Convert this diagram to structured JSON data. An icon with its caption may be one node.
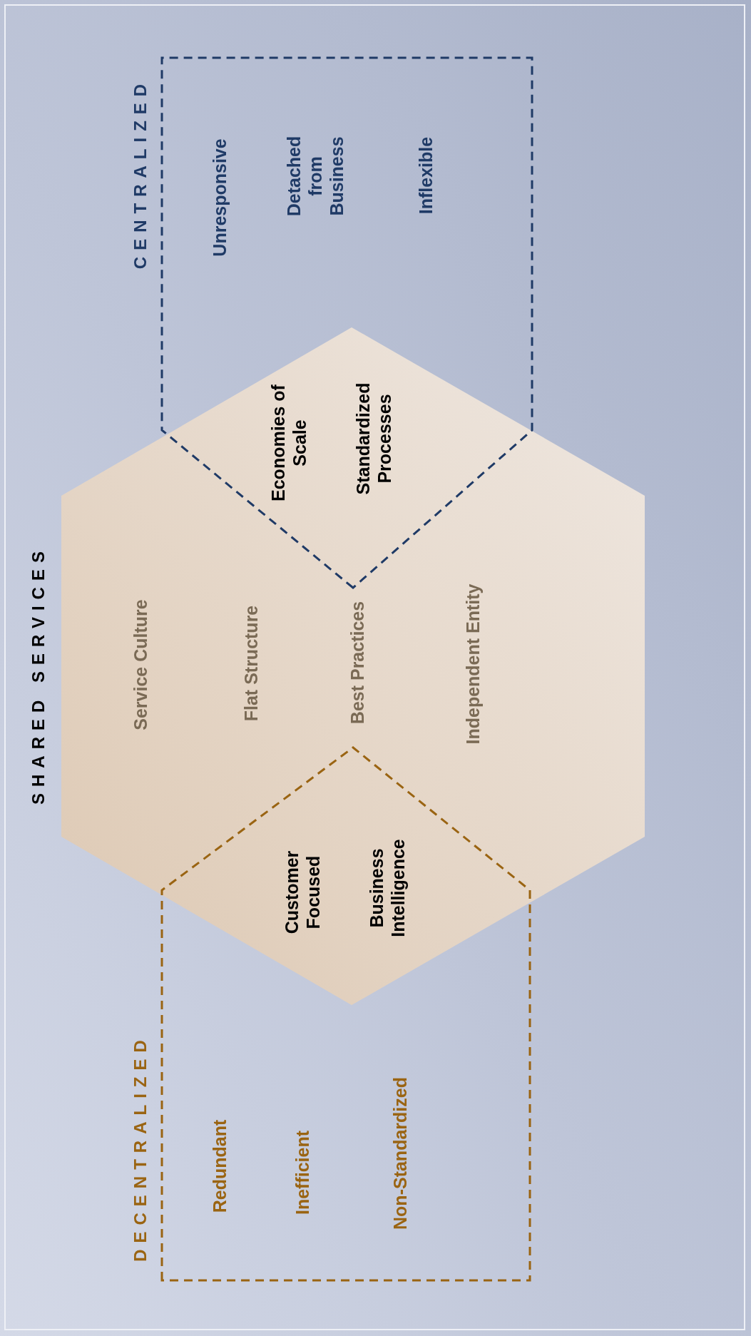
{
  "diagram": {
    "nodes": [
      {
        "text": [
          "SHARED SERVICES",
          "Service Culture",
          "Flat Structure",
          "Best Practices",
          "Independent Entity"
        ]
      },
      {
        "text": [
          "CENTRALIZED",
          "Unresponsive",
          "Detached from Business",
          "Inflexible",
          "Economies of Scale",
          "Standardized Processes"
        ]
      },
      {
        "text": [
          "DECENTRALIZED",
          "Redundant",
          "Inefficient",
          "Non-Standardized",
          "Customer Focused",
          "Business Intelligence"
        ]
      }
    ]
  }
}
